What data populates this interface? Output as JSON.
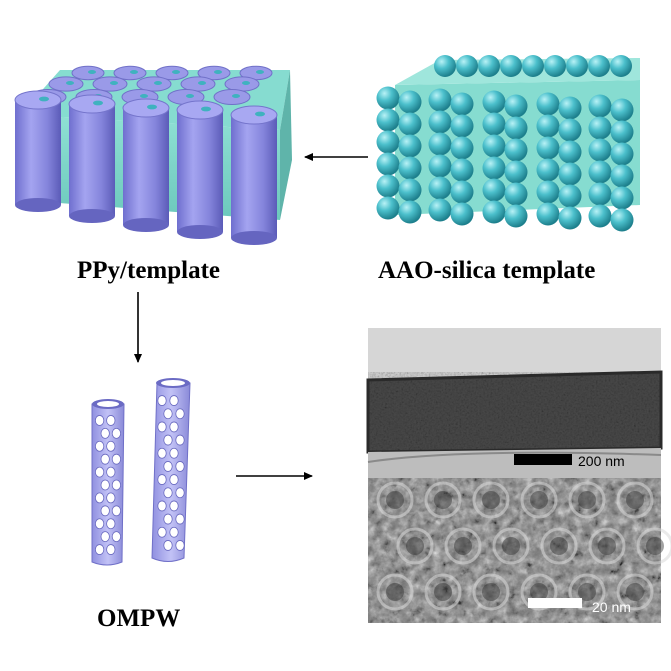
{
  "labels": {
    "ppy_template": "PPy/template",
    "aao_silica_template": "AAO-silica template",
    "ompw": "OMPW"
  },
  "tem": {
    "scalebar_low": "200 nm",
    "scalebar_high": "20 nm"
  },
  "colors": {
    "ppy_cylinder": "#8c8ce0",
    "template_matrix": "#7ed6cc",
    "silica_sphere": "#3fb2bf",
    "ompw_tube": "#a9a9ee"
  }
}
